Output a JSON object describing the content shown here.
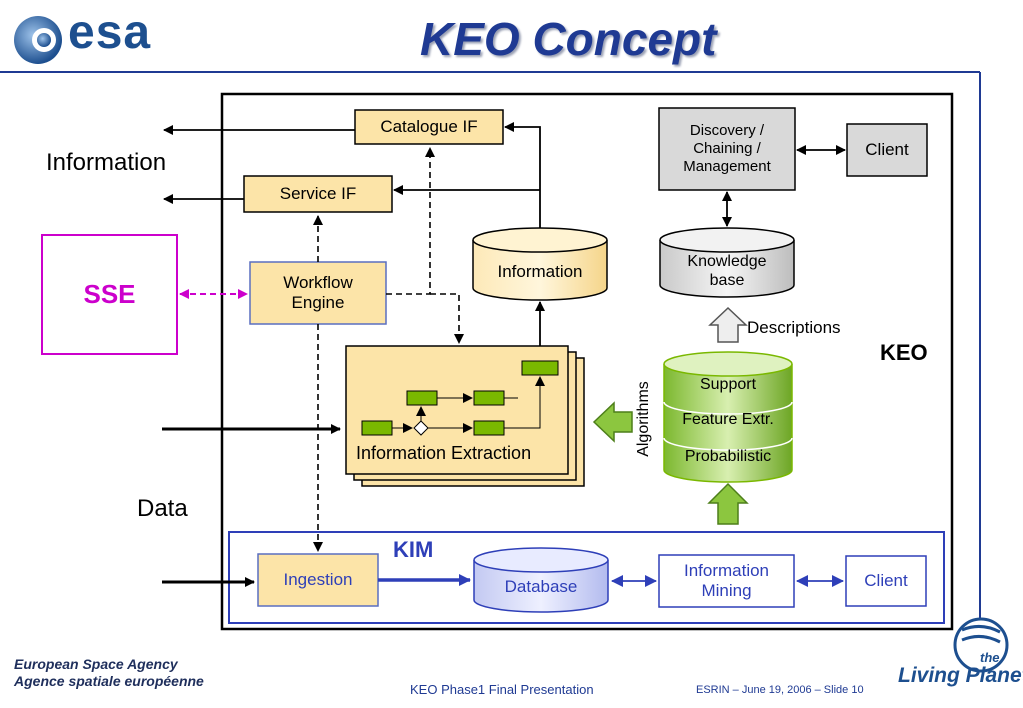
{
  "header": {
    "logo_text": "esa",
    "title": "KEO  Concept"
  },
  "side_labels": {
    "information": "Information",
    "data": "Data",
    "sse": "SSE"
  },
  "keo": {
    "label": "KEO",
    "catalogue_if": "Catalogue IF",
    "service_if": "Service IF",
    "workflow_engine": [
      "Workflow",
      "Engine"
    ],
    "information_store": "Information",
    "information_extraction": "Information Extraction",
    "discovery": [
      "Discovery /",
      "Chaining /",
      "Management"
    ],
    "client": "Client",
    "knowledge_base": [
      "Knowledge",
      "base"
    ],
    "descriptions": "Descriptions",
    "algorithms_label": "Algorithms",
    "algorithms": [
      "Support",
      "Feature Extr.",
      "Probabilistic"
    ]
  },
  "kim": {
    "label": "KIM",
    "ingestion": "Ingestion",
    "database": "Database",
    "information_mining": [
      "Information",
      "Mining"
    ],
    "client": "Client"
  },
  "footer": {
    "agency_en": "European Space Agency",
    "agency_fr": "Agence spatiale européenne",
    "presentation": "KEO Phase1 Final Presentation",
    "slide_info": "ESRIN – June 19, 2006 – Slide 10",
    "logo_the": "the",
    "logo_living_planet": "Living Planet"
  },
  "colors": {
    "title_blue": "#1f3a93",
    "box_fill": "#fce4a8",
    "kim_blue": "#2e3fb8",
    "sse_magenta": "#cc00cc",
    "algorithm_green": "#8cc63f",
    "grey_fill": "#d9d9d9"
  }
}
